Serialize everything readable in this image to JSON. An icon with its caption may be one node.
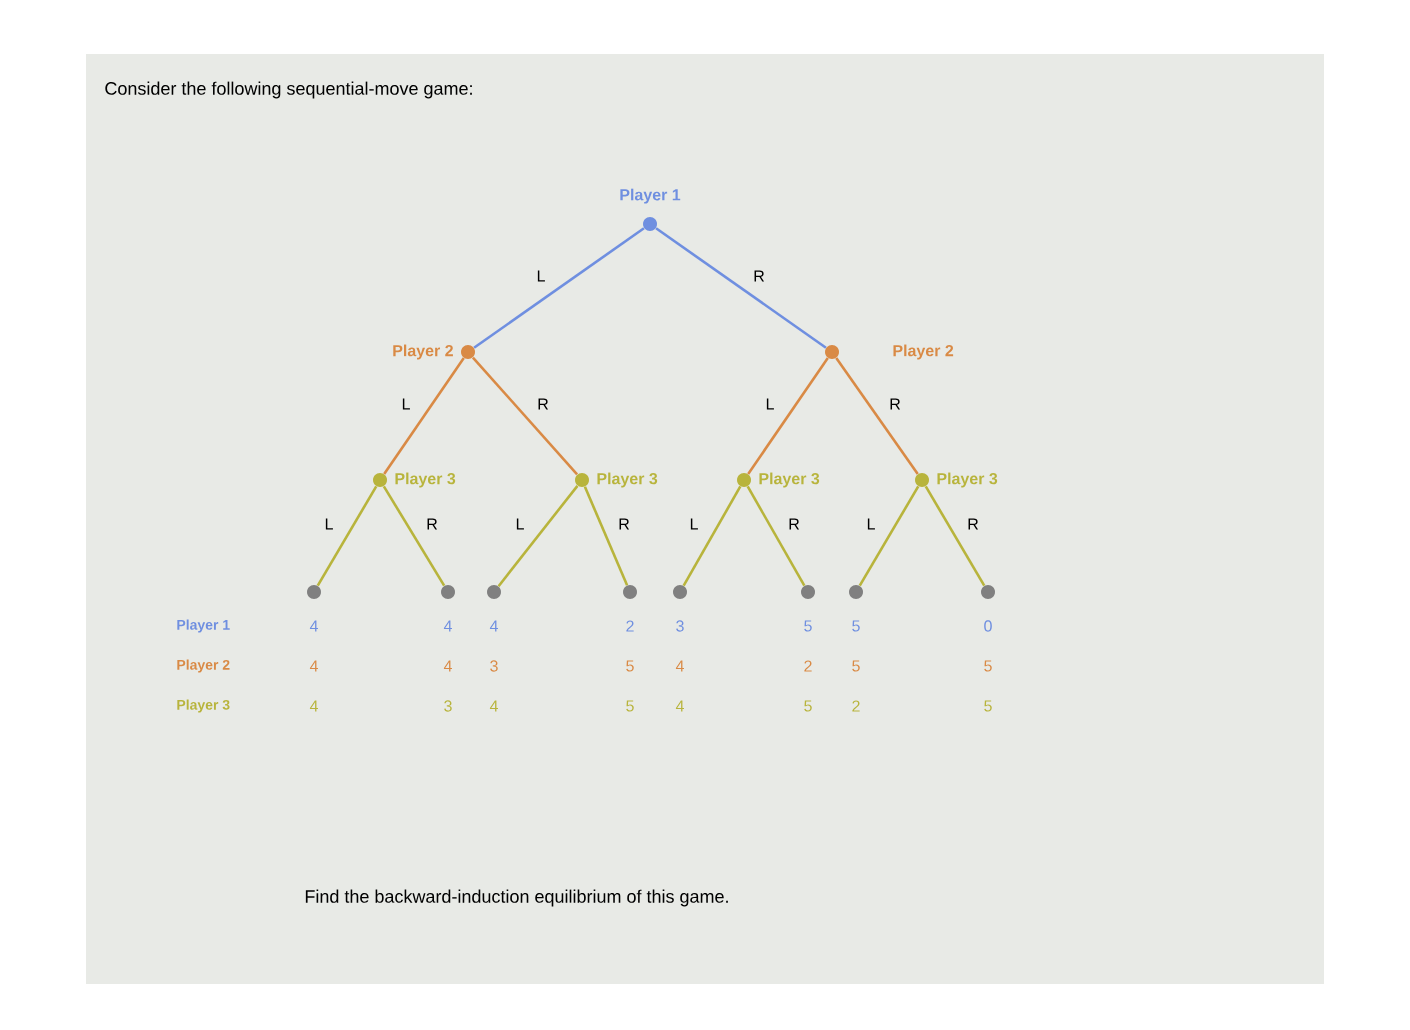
{
  "diagram": {
    "title": "Consider the following sequential-move game:",
    "caption": "Find the backward-induction equilibrium of this game.",
    "nodes": [
      {
        "text": [],
        "shape": "circle",
        "beside": [
          "Player 1"
        ]
      },
      {
        "text": [],
        "shape": "circle",
        "beside": [
          "Player 2"
        ]
      },
      {
        "text": [],
        "shape": "circle",
        "beside": [
          "Player 2"
        ]
      },
      {
        "text": [],
        "shape": "circle",
        "beside": [
          "Player 3"
        ]
      },
      {
        "text": [],
        "shape": "circle",
        "beside": [
          "Player 3"
        ]
      },
      {
        "text": [],
        "shape": "circle",
        "beside": [
          "Player 3"
        ]
      },
      {
        "text": [],
        "shape": "circle",
        "beside": [
          "Player 3"
        ]
      },
      {
        "text": [],
        "shape": "circle",
        "beside": [
          "4",
          "4",
          "4"
        ]
      },
      {
        "text": [],
        "shape": "circle",
        "beside": [
          "4",
          "4",
          "3"
        ]
      },
      {
        "text": [],
        "shape": "circle",
        "beside": [
          "4",
          "3",
          "4"
        ]
      },
      {
        "text": [],
        "shape": "circle",
        "beside": [
          "2",
          "5",
          "5"
        ]
      },
      {
        "text": [],
        "shape": "circle",
        "beside": [
          "3",
          "4",
          "4"
        ]
      },
      {
        "text": [],
        "shape": "circle",
        "beside": [
          "5",
          "2",
          "5"
        ]
      },
      {
        "text": [],
        "shape": "circle",
        "beside": [
          "5",
          "5",
          "2"
        ]
      },
      {
        "text": [],
        "shape": "circle",
        "beside": [
          "0",
          "5",
          "5"
        ]
      }
    ],
    "edges": [
      {
        "from": 0,
        "to": 1,
        "arrow": "none",
        "label": "L",
        "color": "#6f8fe0"
      },
      {
        "from": 0,
        "to": 2,
        "arrow": "none",
        "label": "R",
        "color": "#6f8fe0"
      },
      {
        "from": 1,
        "to": 3,
        "arrow": "none",
        "label": "L",
        "color": "#d98a45"
      },
      {
        "from": 1,
        "to": 4,
        "arrow": "none",
        "label": "R",
        "color": "#d98a45"
      },
      {
        "from": 2,
        "to": 5,
        "arrow": "none",
        "label": "L",
        "color": "#d98a45"
      },
      {
        "from": 2,
        "to": 6,
        "arrow": "none",
        "label": "R",
        "color": "#d98a45"
      },
      {
        "from": 3,
        "to": 7,
        "arrow": "none",
        "label": "L"
      },
      {
        "from": 3,
        "to": 8,
        "arrow": "none",
        "label": "R"
      },
      {
        "from": 4,
        "to": 9,
        "arrow": "none",
        "label": "L"
      },
      {
        "from": 4,
        "to": 10,
        "arrow": "none",
        "label": "R"
      },
      {
        "from": 5,
        "to": 11,
        "arrow": "none",
        "label": "L"
      },
      {
        "from": 5,
        "to": 12,
        "arrow": "none",
        "label": "R"
      },
      {
        "from": 6,
        "to": 13,
        "arrow": "none",
        "label": "L"
      },
      {
        "from": 6,
        "to": 14,
        "arrow": "none",
        "label": "R"
      }
    ],
    "labels": [
      "Player 1",
      "Player 2",
      "Player 3"
    ]
  }
}
